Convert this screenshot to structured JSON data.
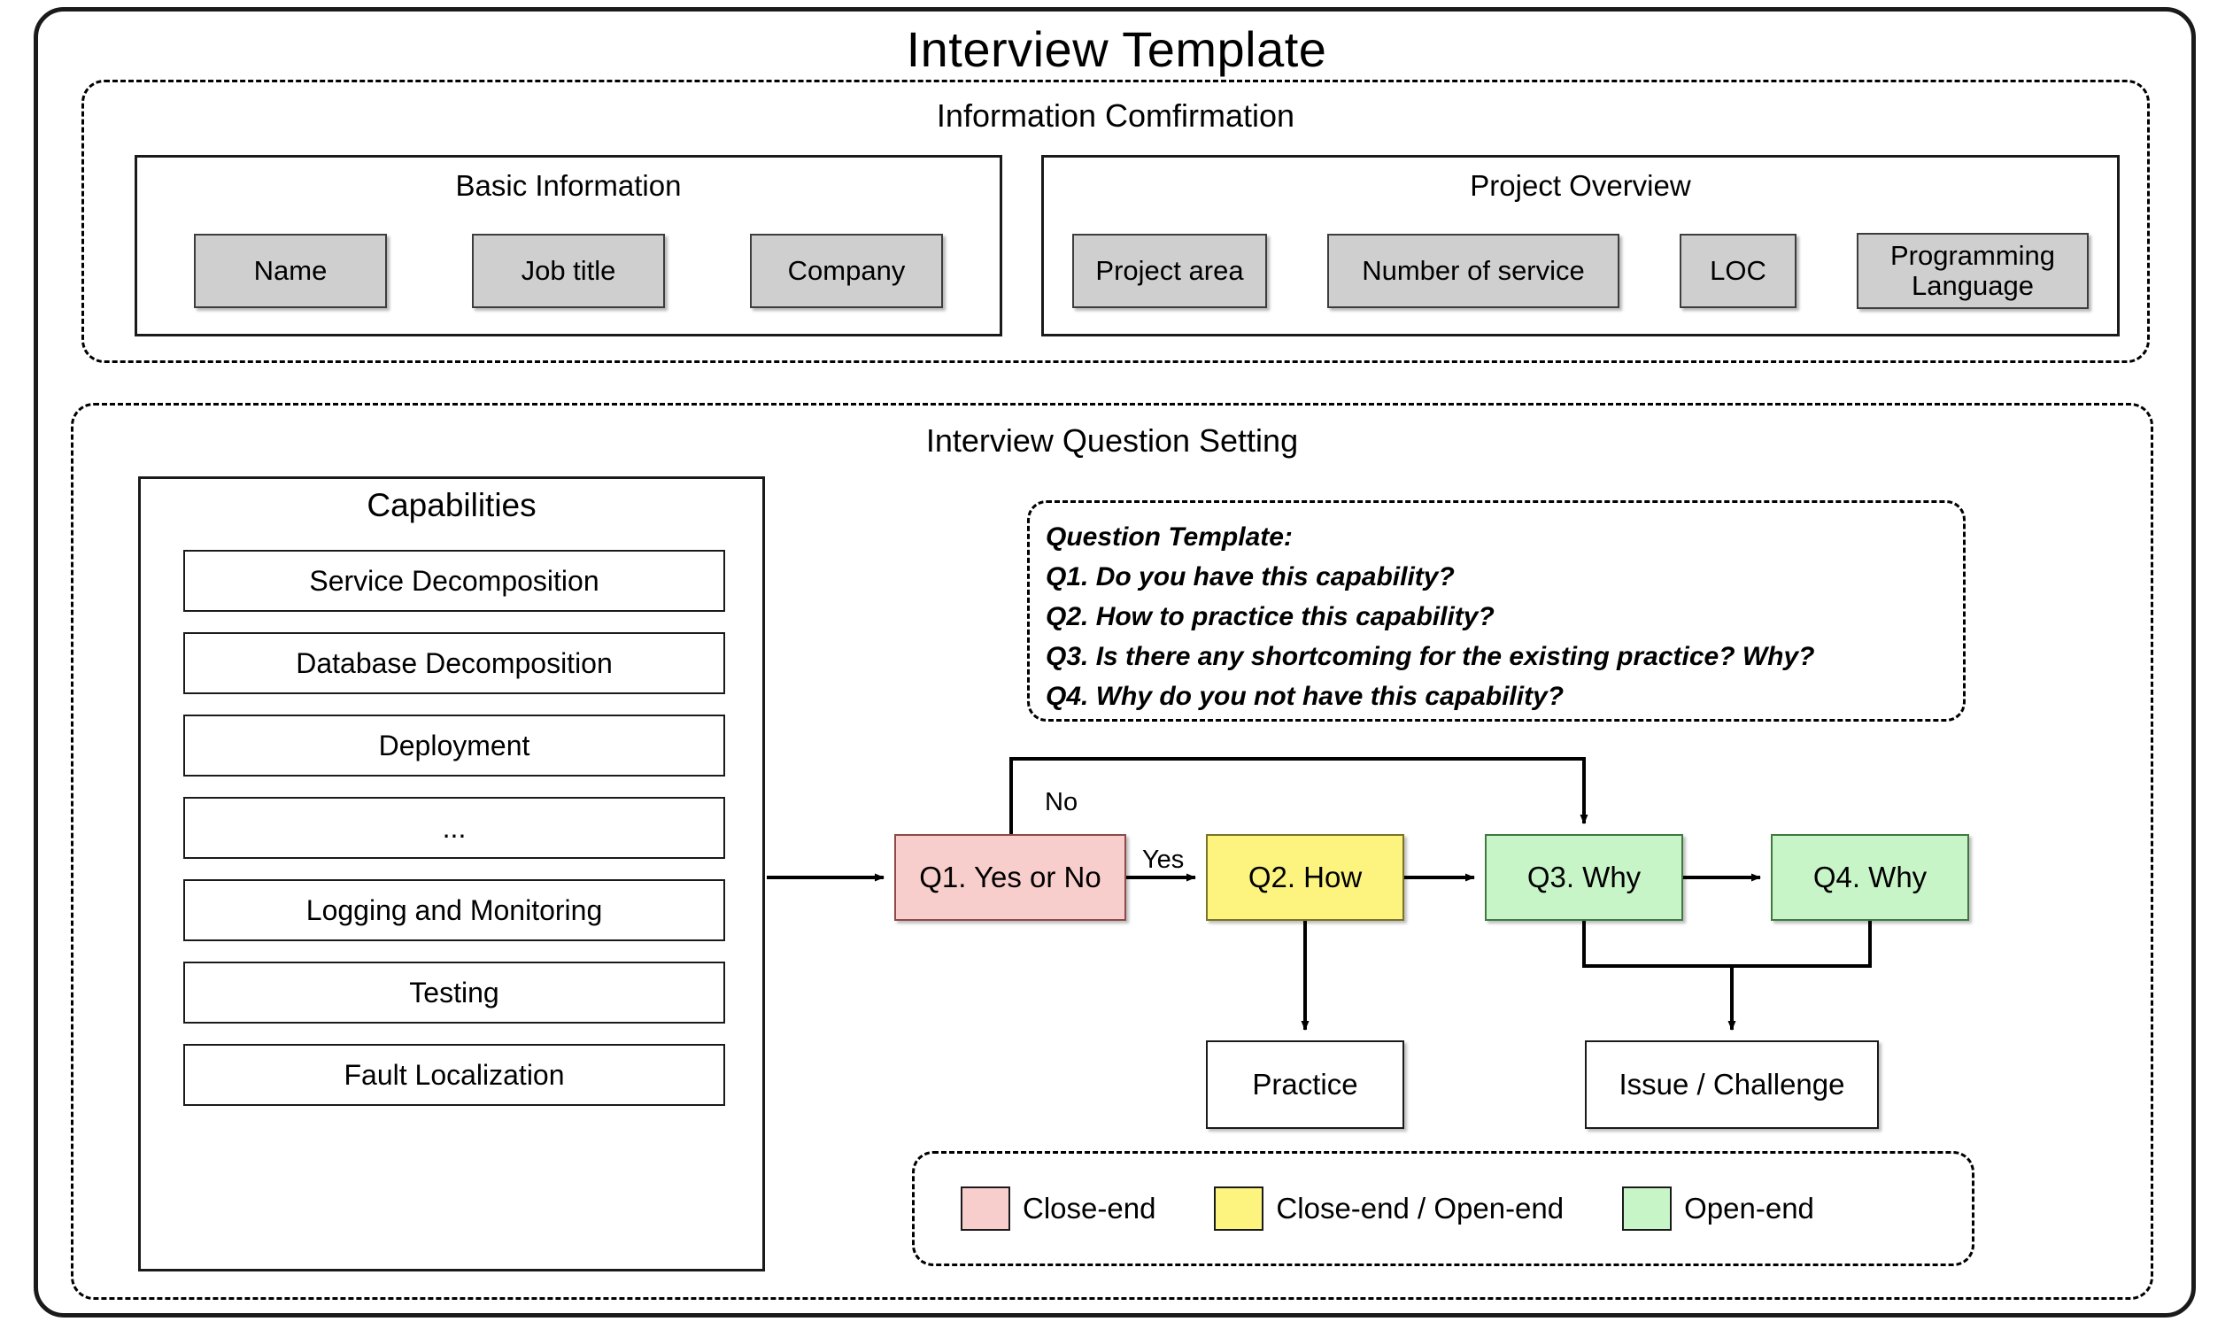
{
  "page": {
    "title": "Interview Template"
  },
  "info_section": {
    "title": "Information  Comfirmation",
    "basic_information": {
      "title": "Basic Information",
      "fields": [
        {
          "label": "Name"
        },
        {
          "label": "Job title"
        },
        {
          "label": "Company"
        }
      ]
    },
    "project_overview": {
      "title": "Project Overview",
      "fields": [
        {
          "label": "Project area"
        },
        {
          "label": "Number of service"
        },
        {
          "label": "LOC"
        },
        {
          "label": "Programming Language"
        }
      ]
    }
  },
  "setting_section": {
    "title": "Interview Question Setting",
    "capabilities": {
      "title": "Capabilities",
      "items": [
        {
          "label": "Service Decomposition"
        },
        {
          "label": "Database Decomposition"
        },
        {
          "label": "Deployment"
        },
        {
          "label": "..."
        },
        {
          "label": "Logging and Monitoring"
        },
        {
          "label": "Testing"
        },
        {
          "label": "Fault Localization"
        }
      ]
    },
    "question_template": {
      "heading": "Question Template:",
      "lines": [
        "Q1. Do you have this capability?",
        "Q2. How to practice this capability?",
        "Q3. Is there any shortcoming for the existing practice? Why?",
        "Q4. Why do you not have this capability?"
      ]
    },
    "flow": {
      "nodes": [
        {
          "id": "q1",
          "label": "Q1. Yes or No",
          "fill": "#f8cecc"
        },
        {
          "id": "q2",
          "label": "Q2. How",
          "fill": "#fcf47f"
        },
        {
          "id": "q3",
          "label": "Q3. Why",
          "fill": "#c8f5c8"
        },
        {
          "id": "q4",
          "label": "Q4. Why",
          "fill": "#c8f5c8"
        },
        {
          "id": "practice",
          "label": "Practice",
          "fill": "#ffffff"
        },
        {
          "id": "issue",
          "label": "Issue / Challenge",
          "fill": "#ffffff"
        }
      ],
      "edge_labels": {
        "no": "No",
        "yes": "Yes"
      }
    },
    "legend": {
      "items": [
        {
          "label": "Close-end",
          "color": "#f8cecc"
        },
        {
          "label": "Close-end / Open-end",
          "color": "#fcf47f"
        },
        {
          "label": "Open-end",
          "color": "#c8f5c8"
        }
      ]
    }
  }
}
